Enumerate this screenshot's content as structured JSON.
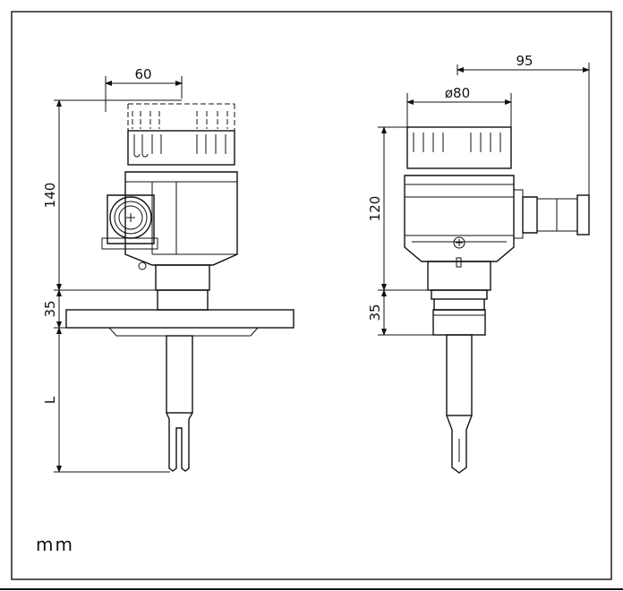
{
  "dimensions": {
    "left_width": "60",
    "left_housing_height": "140",
    "left_flange_height": "35",
    "left_length": "L",
    "right_overall_width": "95",
    "right_diameter": "ø80",
    "right_housing_height": "120",
    "right_thread_height": "35"
  },
  "unit_label": "mm"
}
